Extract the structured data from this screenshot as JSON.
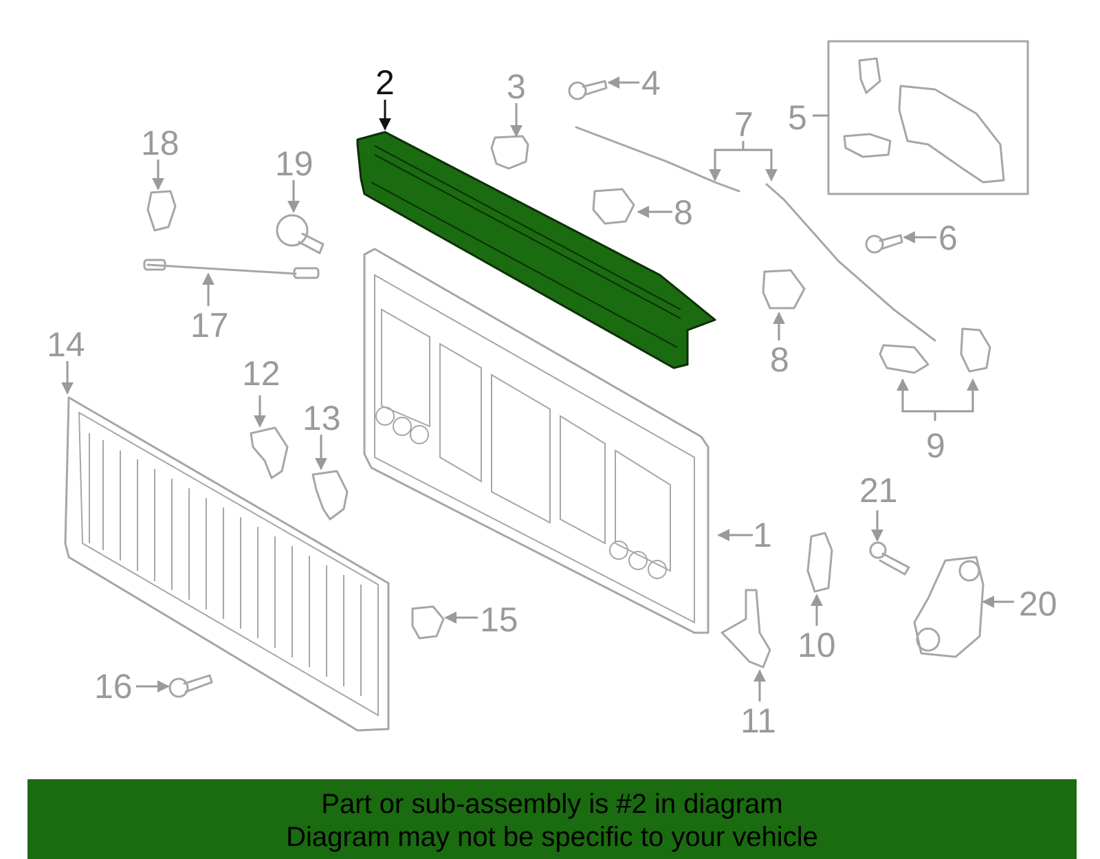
{
  "diagram": {
    "selected_part": "2",
    "callouts": [
      "1",
      "2",
      "3",
      "4",
      "5",
      "6",
      "7",
      "8",
      "8",
      "9",
      "10",
      "11",
      "12",
      "13",
      "14",
      "15",
      "16",
      "17",
      "18",
      "19",
      "20",
      "21"
    ],
    "colors": {
      "highlight": "#1b6b10",
      "line": "#a6a6a6",
      "label": "#9a9a9a",
      "selected_label": "#111111"
    }
  },
  "banner": {
    "line1": "Part or sub-assembly is #2 in diagram",
    "line2": "Diagram may not be specific to your vehicle"
  }
}
